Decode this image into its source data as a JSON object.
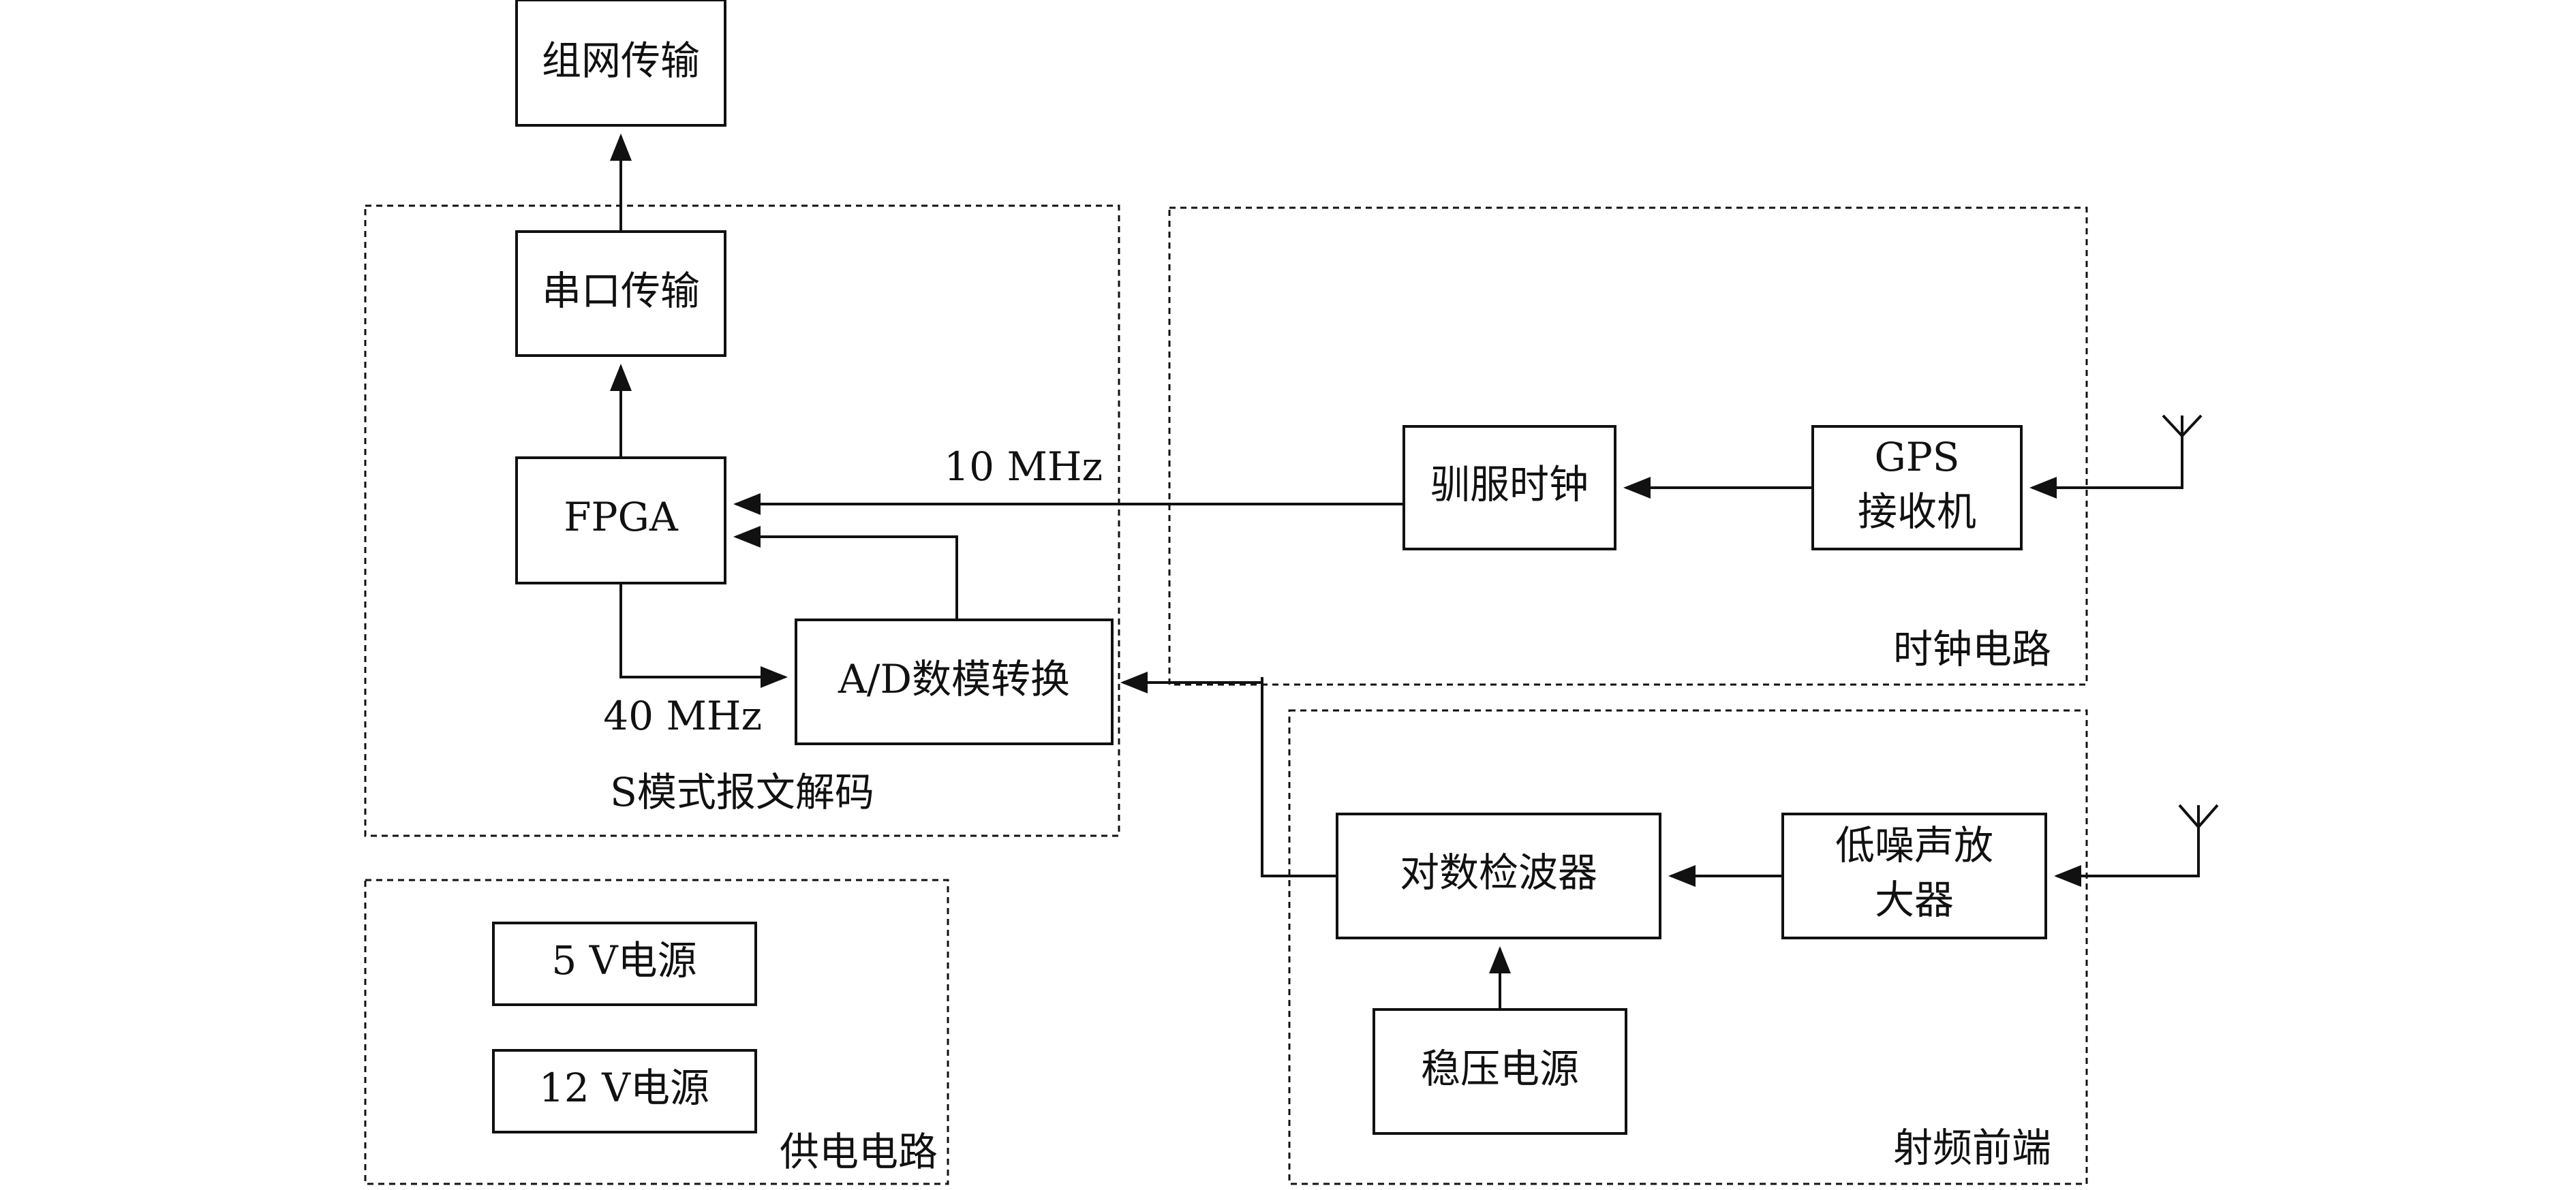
{
  "colors": {
    "ink": "#111111",
    "background": "#ffffff"
  },
  "blocks": {
    "network": "组网传输",
    "serial": "串口传输",
    "fpga": "FPGA",
    "adc": "A/D数模转换",
    "tamed_clock": "驯服时钟",
    "gps_line1": "GPS",
    "gps_line2": "接收机",
    "detector": "对数检波器",
    "lna_line1": "低噪声放",
    "lna_line2": "大器",
    "regulator": "稳压电源",
    "psu_5v": "5 V电源",
    "psu_12v": "12 V电源"
  },
  "groups": {
    "decoder": "S模式报文解码",
    "clock": "时钟电路",
    "rf": "射频前端",
    "power": "供电电路"
  },
  "signals": {
    "ref_clock": "10 MHz",
    "sample_clock": "40 MHz"
  },
  "icons": [
    "antenna-icon-gps",
    "antenna-icon-rf"
  ]
}
